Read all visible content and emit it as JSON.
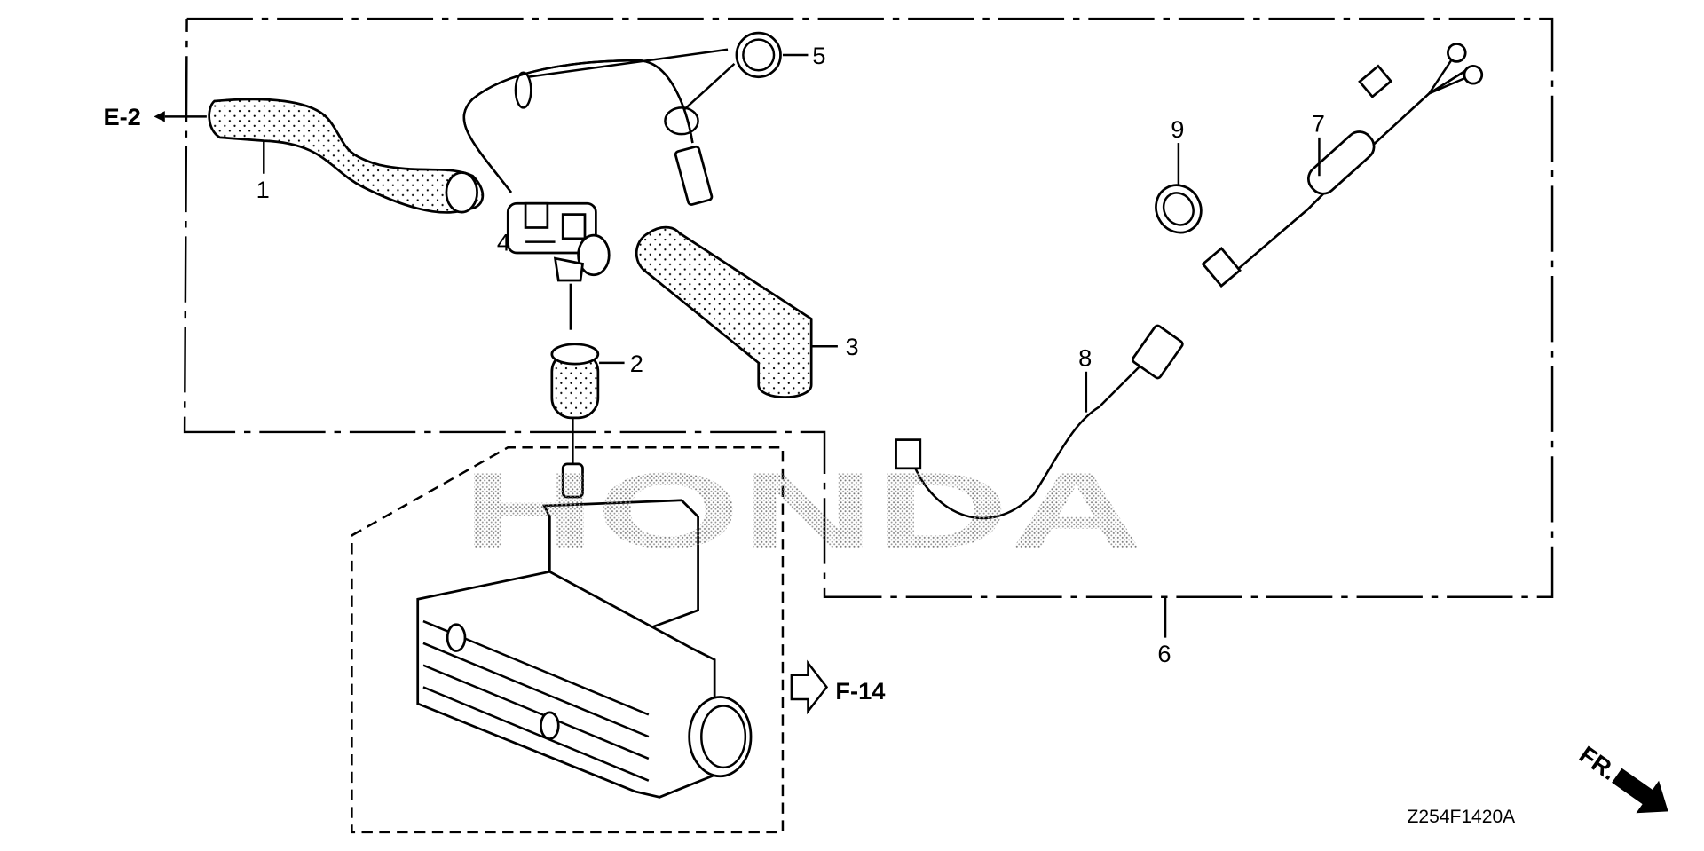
{
  "diagram": {
    "watermark": "HONDA",
    "diagram_code": "Z254F1420A",
    "direction_label": "FR.",
    "references": [
      {
        "label": "E-2"
      },
      {
        "label": "F-14"
      }
    ],
    "callouts": [
      "1",
      "2",
      "3",
      "4",
      "5",
      "6",
      "7",
      "8",
      "9"
    ],
    "colors": {
      "line": "#000000",
      "background": "#ffffff"
    }
  }
}
